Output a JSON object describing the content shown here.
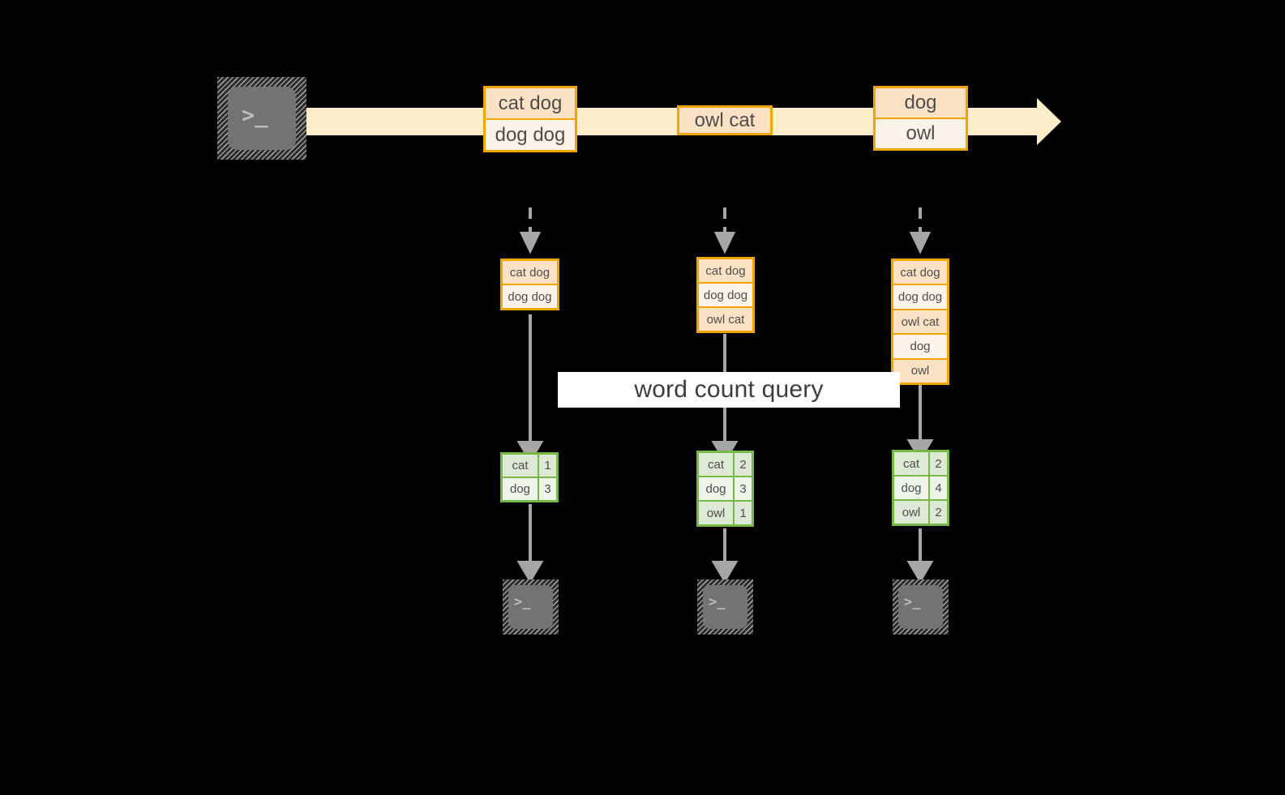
{
  "diagram": {
    "title_banner": "word count query",
    "colors": {
      "background": "#000000",
      "stream_band": "#fdeec9",
      "record_border": "#f0a500",
      "record_fill_dark": "#fce2c4",
      "record_fill_light": "#fdf3e8",
      "table_border": "#76b947",
      "table_fill_dark": "#dde9d2",
      "table_fill_light": "#eef4ea",
      "arrow_gray": "#a6a6a6",
      "terminal_face": "#737373",
      "banner_bg": "#ffffff",
      "text": "#4d4d4d"
    },
    "source": {
      "icon": "terminal-icon",
      "prompt_glyph": ">_"
    },
    "stream": {
      "icon": "stream-arrow-icon",
      "events": [
        {
          "name": "event-1",
          "lines": [
            "cat dog",
            "dog dog"
          ]
        },
        {
          "name": "event-2",
          "lines": [
            "owl cat"
          ]
        },
        {
          "name": "event-3",
          "lines": [
            "dog",
            "owl"
          ]
        }
      ]
    },
    "snapshots": [
      {
        "name": "snapshot-t1",
        "ingest_arrow": "dashed-down-arrow-icon",
        "lines": [
          "cat dog",
          "dog dog"
        ],
        "counts": [
          {
            "word": "cat",
            "count": "1"
          },
          {
            "word": "dog",
            "count": "3"
          }
        ],
        "sink_icon": "terminal-icon",
        "sink_prompt": ">_"
      },
      {
        "name": "snapshot-t2",
        "ingest_arrow": "dashed-down-arrow-icon",
        "lines": [
          "cat dog",
          "dog dog",
          "owl cat"
        ],
        "counts": [
          {
            "word": "cat",
            "count": "2"
          },
          {
            "word": "dog",
            "count": "3"
          },
          {
            "word": "owl",
            "count": "1"
          }
        ],
        "sink_icon": "terminal-icon",
        "sink_prompt": ">_"
      },
      {
        "name": "snapshot-t3",
        "ingest_arrow": "dashed-down-arrow-icon",
        "lines": [
          "cat dog",
          "dog dog",
          "owl cat",
          "dog",
          "owl"
        ],
        "counts": [
          {
            "word": "cat",
            "count": "2"
          },
          {
            "word": "dog",
            "count": "4"
          },
          {
            "word": "owl",
            "count": "2"
          }
        ],
        "sink_icon": "terminal-icon",
        "sink_prompt": ">_"
      }
    ]
  }
}
